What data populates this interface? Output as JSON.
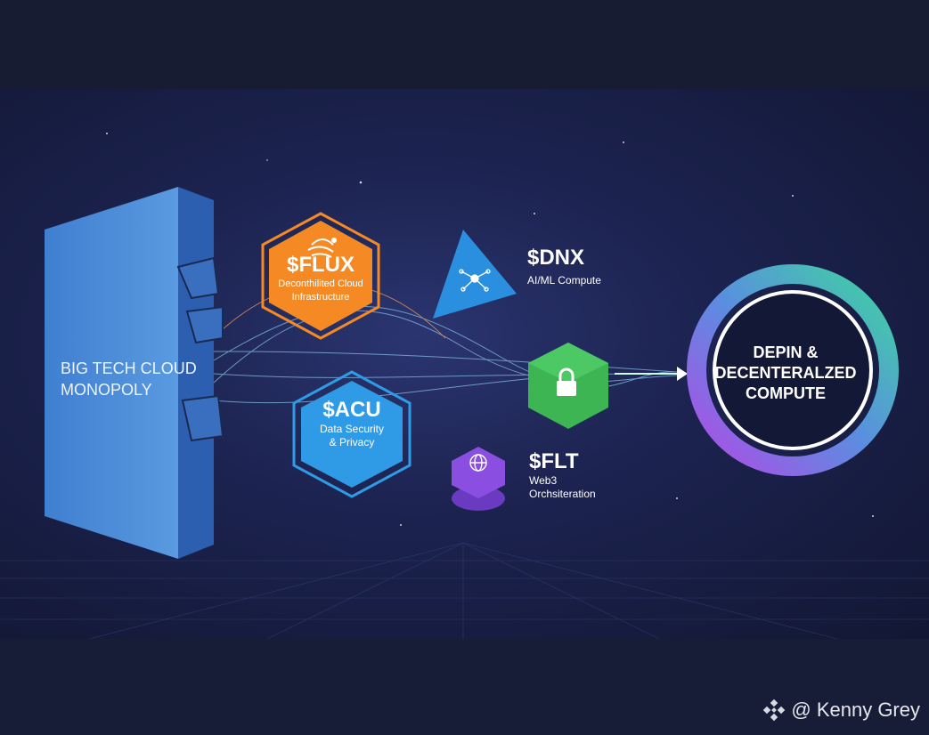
{
  "wall": {
    "label_line1": "BIG TECH CLOUD",
    "label_line2": "MONOPOLY"
  },
  "nodes": [
    {
      "ticker": "$FLUX",
      "desc_line1": "Deconthilited Cloud",
      "desc_line2": "Infrastructure",
      "color": "#f58a24",
      "icon": "bird-icon"
    },
    {
      "ticker": "$ACU",
      "desc_line1": "Data Security",
      "desc_line2": "& Privacy",
      "color": "#2f9be6",
      "icon": "none"
    },
    {
      "ticker": "$DNX",
      "desc_line1": "AI/ML Compute",
      "color": "#2b8fe0",
      "icon": "network-icon"
    },
    {
      "ticker": "$FLT",
      "desc_line1": "Web3",
      "desc_line2": "Orchsiteration",
      "color": "#8a4fe0",
      "icon": "globe-icon"
    }
  ],
  "lock": {
    "color": "#3cb552",
    "icon": "lock-icon"
  },
  "target": {
    "line1": "DEPIN &",
    "line2": "DECENTERALZED",
    "line3": "COMPUTE",
    "ring_colors": [
      "#3fd3a0",
      "#a24be6"
    ]
  },
  "credit": {
    "text": "@ Kenny Grey",
    "icon": "binance-logo-icon"
  }
}
